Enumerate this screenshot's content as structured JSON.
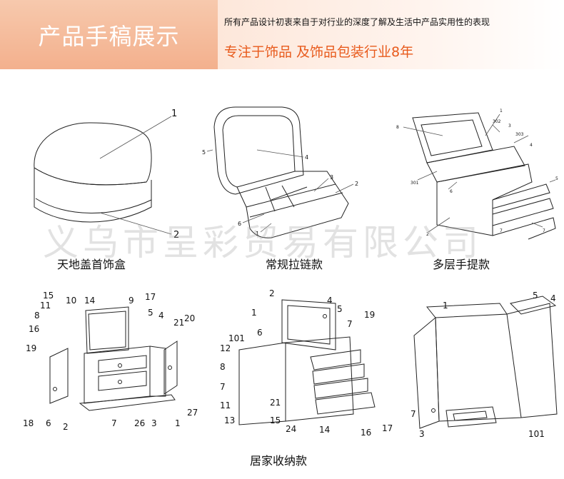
{
  "banner": {
    "title": "产品手稿展示",
    "subtitle": "所有产品设计初衷来自于对行业的深度了解及生活中产品实用性的表现",
    "slogan": "专注于饰品 及饰品包装行业8年"
  },
  "watermark": "义乌市呈彩贸易有限公司",
  "captions": [
    "天地盖首饰盒",
    "常规拉链款",
    "多层手提款",
    "居家收纳款"
  ],
  "colors": {
    "banner": "#f3b08d",
    "slogan": "#e85a1c"
  },
  "drawings": {
    "box1_labels": [
      "1",
      "2"
    ],
    "box2_labels": [
      "5",
      "4",
      "3",
      "2",
      "6",
      "1"
    ],
    "box3_labels": [
      "1",
      "8",
      "302",
      "3",
      "303",
      "4",
      "6",
      "301",
      "5",
      "7",
      "2",
      "7"
    ],
    "box4_labels": [
      "15",
      "10",
      "14",
      "9",
      "17",
      "11",
      "8",
      "5",
      "4",
      "16",
      "21",
      "20",
      "19",
      "18",
      "6",
      "2",
      "7",
      "26",
      "3",
      "1",
      "27"
    ],
    "box5_labels": [
      "2",
      "4",
      "1",
      "5",
      "6",
      "7",
      "101",
      "19",
      "12",
      "8",
      "7",
      "21",
      "11",
      "13",
      "15",
      "24",
      "14",
      "16",
      "17"
    ],
    "box6_labels": [
      "1",
      "5",
      "4",
      "7",
      "3",
      "101"
    ]
  }
}
